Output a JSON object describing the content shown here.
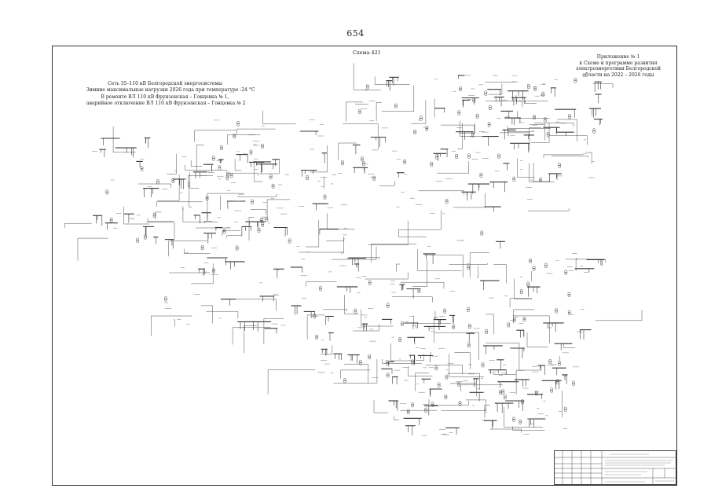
{
  "page": {
    "number": "654"
  },
  "scheme": {
    "label": "Схема 421"
  },
  "appendix": {
    "lines": [
      "Приложение № 1",
      "к Схеме и программе развития",
      "электроэнергетики Белгородской",
      "области на 2022 – 2026 годы"
    ]
  },
  "title_block": {
    "lines": [
      "Сеть 35–110 кВ Белгородской энергосистемы",
      "Зимние максимальные нагрузки 2026 года при температуре -24 °С",
      "В ремонте ВЛ 110 кВ Фрунзенская – Гонцовка № 1,",
      "аварийное отключение ВЛ 110 кВ Фрунзенская – Гонцовка № 2"
    ]
  },
  "colors": {
    "line": "#3a3a3a",
    "paper": "#ffffff"
  }
}
